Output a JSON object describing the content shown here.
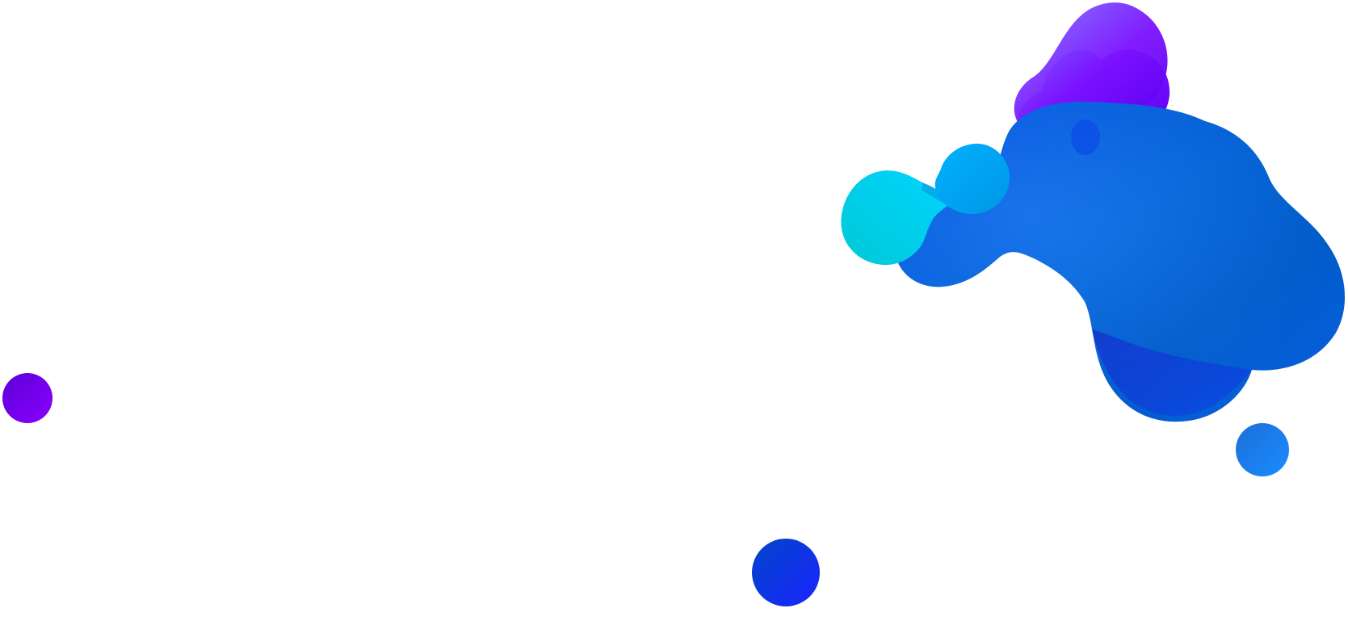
{
  "scene": {
    "background": "#ffffff",
    "palette": {
      "violet": "#6a00e8",
      "purple": "#7a2cff",
      "blue": "#0a5cff",
      "royal_blue": "#0b3fe0",
      "azure": "#1e7be6",
      "cyan": "#00d8f2",
      "sky": "#00a6f7"
    },
    "shapes": [
      "large-blob",
      "purple-lobe",
      "cyan-droplet",
      "sky-droplet",
      "violet-sphere",
      "royal-blue-sphere",
      "azure-sphere"
    ]
  }
}
